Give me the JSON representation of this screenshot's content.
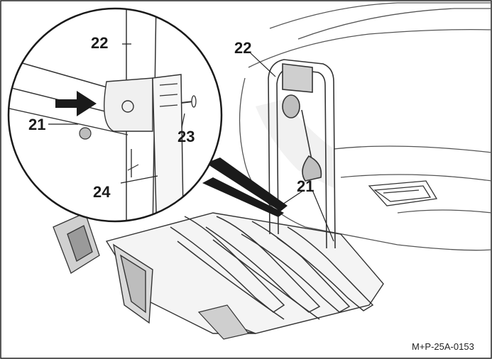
{
  "figure": {
    "callouts": {
      "c22_detail": "22",
      "c21_detail": "21",
      "c23": "23",
      "c24": "24",
      "c22_main": "22",
      "c21_main": "21"
    },
    "figure_id": "M+P-25A-0153"
  }
}
